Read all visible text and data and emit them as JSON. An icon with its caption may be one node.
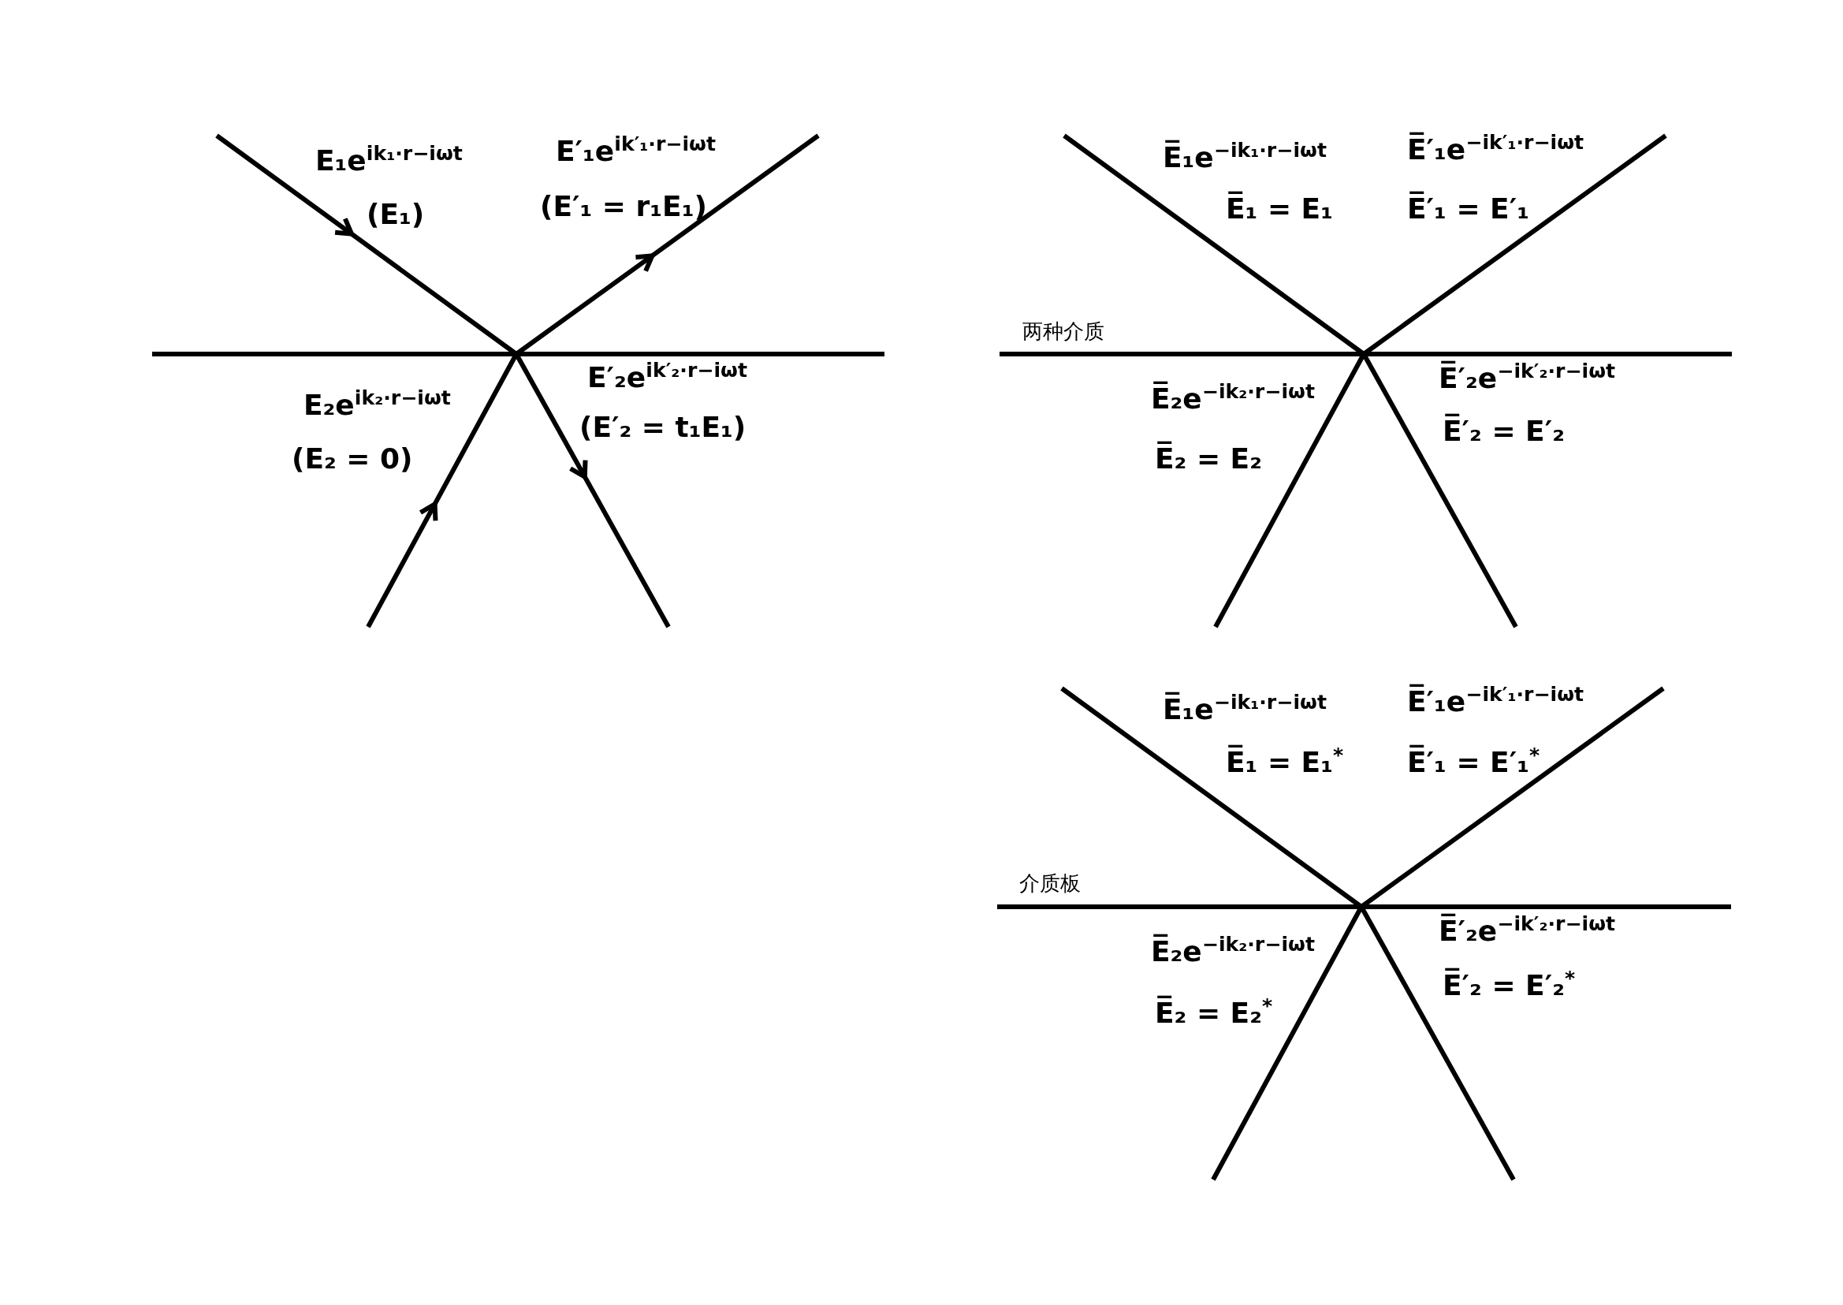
{
  "diagram": {
    "labels": [
      "E₁e$^{ik₁·r−iωt}$",
      "(E₁)",
      "E′₁e$^{ik′₁·r−iωt}$",
      "(E′₁ = r₁E₁)",
      "E₂e$^{ik₂·r−iωt}$",
      "(E₂ = 0)",
      "E′₂e$^{ik′₂·r−iωt}$",
      "(E′₂ = t₁E₁)",
      "两种介质",
      "E̅₁e$^{−ik₁·r−iωt}$",
      "E̅₁ = E₁",
      "E̅′₁e$^{−ik′₁·r−iωt}$",
      "E̅′₁ = E′₁",
      "E̅₂e$^{−ik₂·r−iωt}$",
      "E̅₂ = E₂",
      "E̅′₂e$^{−ik′₂·r−iωt}$",
      "E̅′₂ = E′₂",
      "介质板",
      "E̅₁e$^{−ik₁·r−iωt}$",
      "E̅₁ = E₁$^{*}$",
      "E̅′₁e$^{−ik′₁·r−iωt}$",
      "E̅′₁ = E′₁$^{*}$",
      "E̅₂e$^{−ik₂·r−iωt}$",
      "E̅₂ = E₂$^{*}$",
      "E̅′₂e$^{−ik′₂·r−iωt}$",
      "E̅′₂ = E′₂$^{*}$"
    ]
  }
}
